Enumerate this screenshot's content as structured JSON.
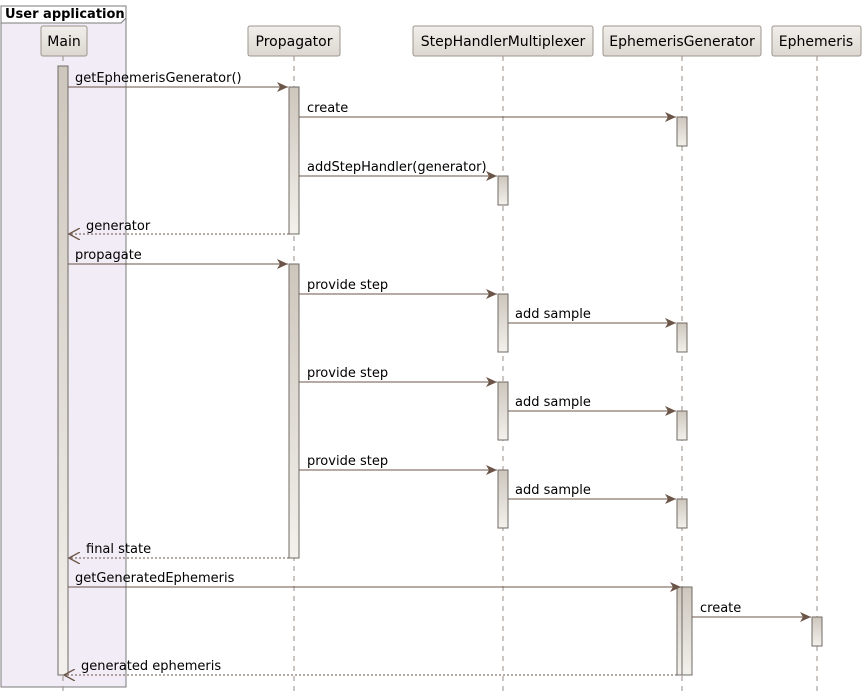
{
  "group": {
    "label": "User application"
  },
  "participants": [
    {
      "id": "main",
      "label": "Main"
    },
    {
      "id": "prop",
      "label": "Propagator"
    },
    {
      "id": "mux",
      "label": "StepHandlerMultiplexer"
    },
    {
      "id": "gen",
      "label": "EphemerisGenerator"
    },
    {
      "id": "eph",
      "label": "Ephemeris"
    }
  ],
  "messages": [
    {
      "from": "main",
      "to": "prop",
      "label": "getEphemerisGenerator()",
      "kind": "call"
    },
    {
      "from": "prop",
      "to": "gen",
      "label": "create",
      "kind": "call"
    },
    {
      "from": "prop",
      "to": "mux",
      "label": "addStepHandler(generator)",
      "kind": "call"
    },
    {
      "from": "prop",
      "to": "main",
      "label": "generator",
      "kind": "return"
    },
    {
      "from": "main",
      "to": "prop",
      "label": "propagate",
      "kind": "call"
    },
    {
      "from": "prop",
      "to": "mux",
      "label": "provide step",
      "kind": "call"
    },
    {
      "from": "mux",
      "to": "gen",
      "label": "add sample",
      "kind": "call"
    },
    {
      "from": "prop",
      "to": "mux",
      "label": "provide step",
      "kind": "call"
    },
    {
      "from": "mux",
      "to": "gen",
      "label": "add sample",
      "kind": "call"
    },
    {
      "from": "prop",
      "to": "mux",
      "label": "provide step",
      "kind": "call"
    },
    {
      "from": "mux",
      "to": "gen",
      "label": "add sample",
      "kind": "call"
    },
    {
      "from": "prop",
      "to": "main",
      "label": "final state",
      "kind": "return"
    },
    {
      "from": "main",
      "to": "gen",
      "label": "getGeneratedEphemeris",
      "kind": "call"
    },
    {
      "from": "gen",
      "to": "eph",
      "label": "create",
      "kind": "call"
    },
    {
      "from": "gen",
      "to": "main",
      "label": "generated ephemeris",
      "kind": "return"
    }
  ],
  "colors": {
    "arrow": "#6b5548",
    "lifeline": "#9a8f86",
    "participant_fill": "#ece9e4",
    "participant_border": "#9e958c",
    "activation_fill": "#ddd8d1",
    "group_fill": "#f1ecf5",
    "group_border": "#7b7b7b"
  }
}
